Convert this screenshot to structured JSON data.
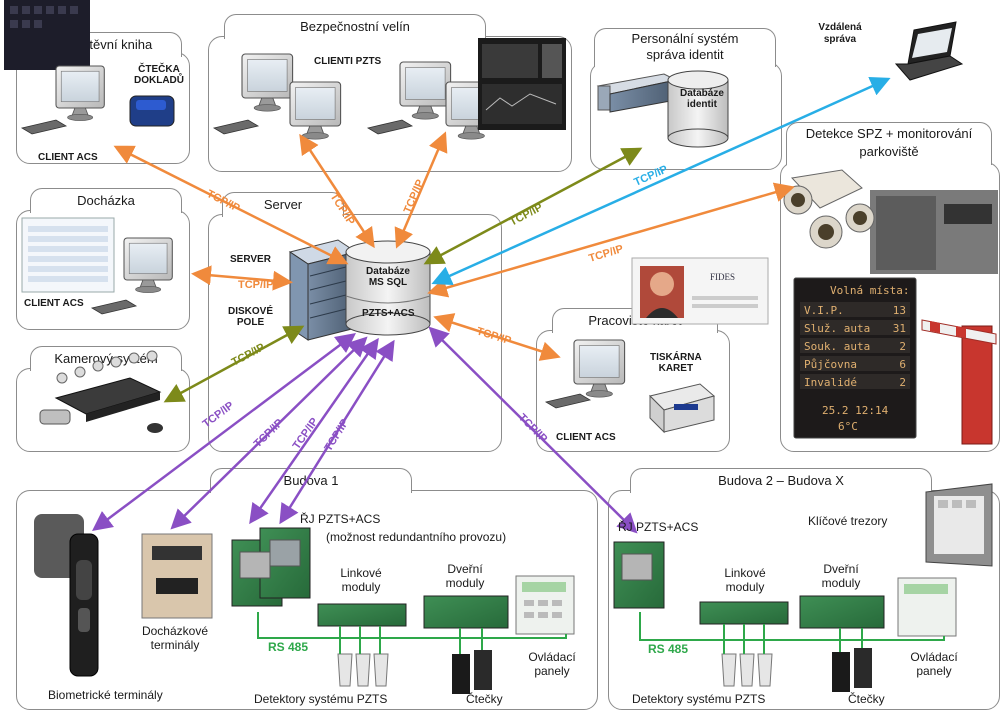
{
  "panels": {
    "navstevni": "Návštěvní kniha",
    "bezpecnostni": "Bezpečnostní velín",
    "personalni_line1": "Personální systém",
    "personalni_line2": "správa identit",
    "vzdalena_line1": "Vzdálená",
    "vzdalena_line2": "správa",
    "detekce_line1": "Detekce SPZ + monitorování",
    "detekce_line2": "parkoviště",
    "dochazka": "Docházka",
    "server": "Server",
    "kamerovy": "Kamerový systém",
    "pracoviste": "Pracoviště karet",
    "budova1": "Budova 1",
    "budova2": "Budova 2 – Budova X"
  },
  "labels": {
    "cteckaDokladu1": "ČTEČKA",
    "cteckaDokladu2": "DOKLADŮ",
    "clientAcs": "CLIENT ACS",
    "clientiPzts": "CLIENTI PZTS",
    "databazeIdentit1": "Databáze",
    "databazeIdentit2": "identit",
    "serverLbl": "SERVER",
    "diskove1": "DISKOVÉ",
    "diskove2": "POLE",
    "dbMs1": "Databáze",
    "dbMs2": "MS SQL",
    "dbPzts": "PZTS+ACS",
    "tiskarna1": "TISKÁRNA",
    "tiskarna2": "KARET",
    "rj1": "ŘJ PZTS+ACS",
    "rjNote": "(možnost redundantního provozu)",
    "rj2": "ŘJ PZTS+ACS",
    "klicove": "Klíčové trezory",
    "linkove1": "Linkové",
    "linkove2": "moduly",
    "dverni1": "Dveřní",
    "dverni2": "moduly",
    "rs485": "RS 485",
    "ovladaci1": "Ovládací",
    "ovladaci2": "panely",
    "detektory": "Detektory systému PZTS",
    "ctecky": "Čtečky",
    "biometricke": "Biometrické terminály",
    "dochazkove1": "Docházkové",
    "dochazkove2": "terminály",
    "tcpip": "TCP/IP",
    "fides": "FIDES"
  },
  "parking": {
    "title": "Volná místa:",
    "rows": [
      {
        "name": "V.I.P.",
        "val": "13"
      },
      {
        "name": "Služ. auta",
        "val": "31"
      },
      {
        "name": "Souk. auta",
        "val": "2"
      },
      {
        "name": "Půjčovna",
        "val": "6"
      },
      {
        "name": "Invalidé",
        "val": "2"
      }
    ],
    "time": "25.2  12:14",
    "temp": "6°C"
  },
  "colors": {
    "orange": "#f08a3c",
    "purple": "#8a4fc4",
    "olive": "#7d8a1a",
    "blue": "#28aee6",
    "green": "#2ea84a"
  }
}
